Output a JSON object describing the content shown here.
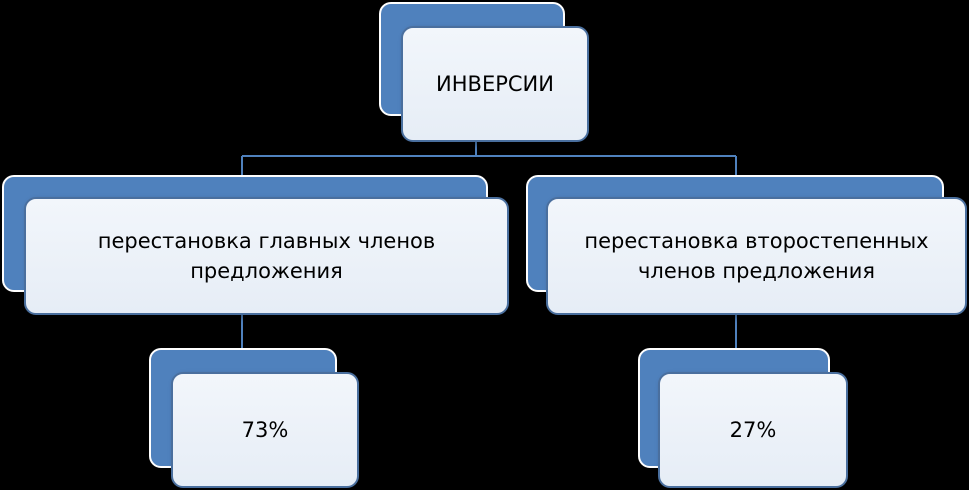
{
  "diagram": {
    "root": {
      "label": "ИНВЕРСИИ"
    },
    "main_members": {
      "label": "перестановка главных членов предложения"
    },
    "secondary_members": {
      "label": "перестановка второстепенных членов предложения"
    },
    "main_share": {
      "label": "73%"
    },
    "secondary_share": {
      "label": "27%"
    }
  },
  "colors": {
    "background": "#000000",
    "node_back": "#4f81bd",
    "node_front": "#e9eff7",
    "connector": "#4f81bd"
  }
}
